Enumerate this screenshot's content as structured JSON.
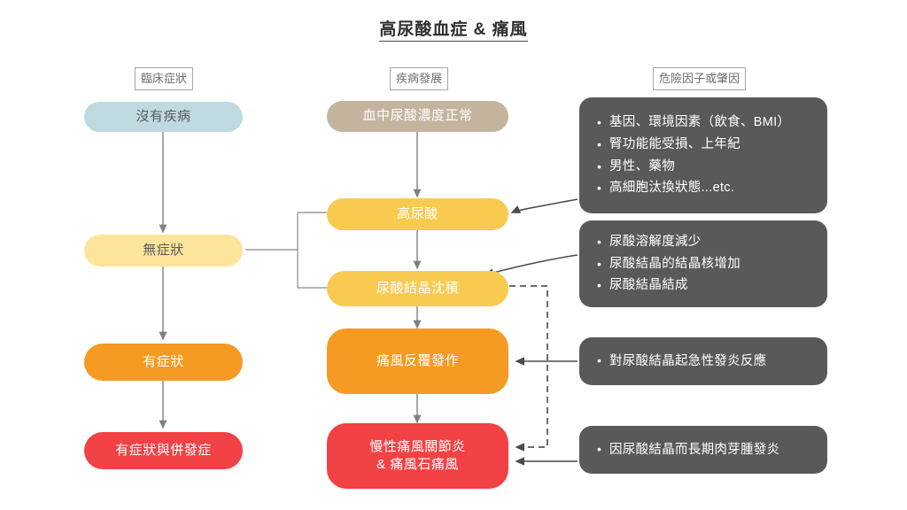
{
  "title": "高尿酸血症 & 痛風",
  "columns": [
    {
      "id": "clinical",
      "label": "臨床症狀"
    },
    {
      "id": "progression",
      "label": "疾病發展"
    },
    {
      "id": "risk",
      "label": "危險因子或肇因"
    }
  ],
  "clinical_nodes": [
    {
      "id": "no-disease",
      "label": "沒有疾病",
      "color": "#bfd9e0"
    },
    {
      "id": "asymptomatic",
      "label": "無症狀",
      "color": "#fce49a"
    },
    {
      "id": "symptomatic",
      "label": "有症狀",
      "color": "#f59a22"
    },
    {
      "id": "symptomatic-complications",
      "label": "有症狀與併發症",
      "color": "#f24246"
    }
  ],
  "progression_nodes": [
    {
      "id": "normal-urate",
      "label": "血中尿酸濃度正常",
      "color": "#c4b49e"
    },
    {
      "id": "hyperuricemia",
      "label": "高尿酸",
      "color": "#f8cb50"
    },
    {
      "id": "crystal-deposition",
      "label": "尿酸結晶沈積",
      "color": "#f8cb50"
    },
    {
      "id": "recurrent-gout",
      "label": "痛風反覆發作",
      "color": "#f59a22"
    },
    {
      "id": "chronic-gout",
      "label": "慢性痛風關節炎\n& 痛風石痛風",
      "color": "#f24246"
    }
  ],
  "risk_panels": [
    {
      "id": "risk-factors",
      "items": [
        "基因、環境因素（飲食、BMI）",
        "腎功能能受損、上年紀",
        "男性、藥物",
        "高細胞汰換狀態...etc."
      ]
    },
    {
      "id": "crystal-causes",
      "items": [
        "尿酸溶解度減少",
        "尿酸結晶的結晶核增加",
        "尿酸結晶結成"
      ]
    },
    {
      "id": "acute-inflammation",
      "items": [
        "對尿酸結晶起急性發炎反應"
      ]
    },
    {
      "id": "chronic-inflammation",
      "items": [
        "因尿酸結晶而長期肉芽腫發炎"
      ]
    }
  ],
  "colors": {
    "background": "#ffffff",
    "panel": "#595959",
    "connector": "#808080",
    "arrow": "#4a4a4a",
    "header_border": "#a6a6a6",
    "title_text": "#2f2f2f"
  }
}
